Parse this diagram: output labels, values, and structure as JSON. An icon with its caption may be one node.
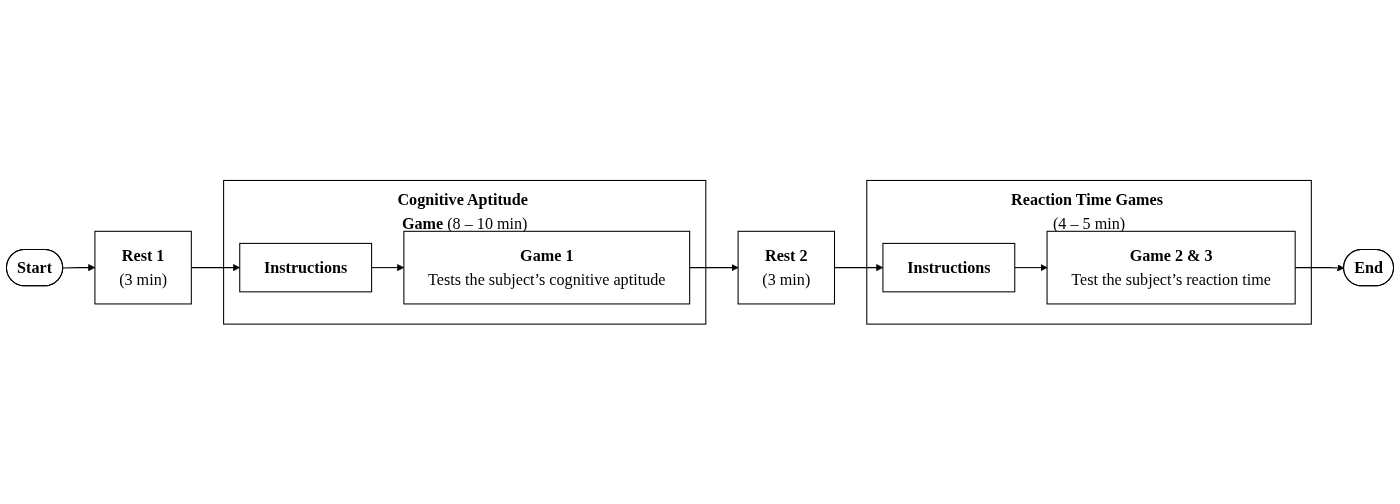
{
  "diagram": {
    "nodes": [
      {
        "text": [
          "Start"
        ]
      },
      {
        "text": [
          "Rest 1",
          "(3 min)"
        ]
      },
      {
        "text": [
          "Cognitive Aptitude Game",
          "(8 – 10 min)"
        ]
      },
      {
        "text": [
          "Instructions"
        ],
        "in": 2
      },
      {
        "text": [
          "Game 1",
          "Tests the subject’s cognitive aptitude"
        ],
        "in": 2
      },
      {
        "text": [
          "Rest 2",
          "(3 min)"
        ]
      },
      {
        "text": [
          "Reaction Time Games",
          "(4 – 5 min)"
        ]
      },
      {
        "text": [
          "Instructions"
        ],
        "in": 6
      },
      {
        "text": [
          "Game 2 & 3",
          "Test the subject’s reaction time"
        ],
        "in": 6
      },
      {
        "text": [
          "End"
        ]
      }
    ],
    "edges": [
      {
        "from": 0,
        "to": 1,
        "arrow": "to"
      },
      {
        "from": 1,
        "to": 3,
        "arrow": "to"
      },
      {
        "from": 3,
        "to": 4,
        "arrow": "to"
      },
      {
        "from": 4,
        "to": 5,
        "arrow": "to"
      },
      {
        "from": 5,
        "to": 7,
        "arrow": "to"
      },
      {
        "from": 7,
        "to": 8,
        "arrow": "to"
      },
      {
        "from": 8,
        "to": 9,
        "arrow": "to"
      }
    ]
  }
}
